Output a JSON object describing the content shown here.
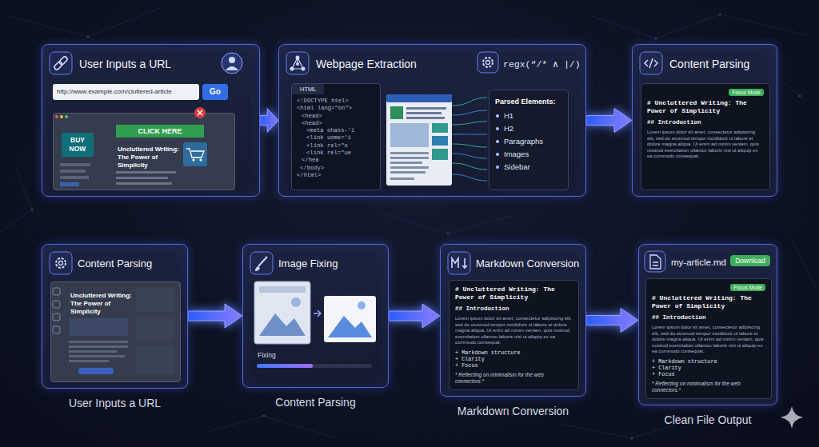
{
  "diagram": {
    "nodes": [
      {
        "text": [
          "User Inputs a URL"
        ]
      },
      {
        "text": [
          "http://www.example.com/cluttered-article"
        ],
        "in": 0
      },
      {
        "text": [
          "Go"
        ],
        "in": 0
      },
      {
        "text": [
          "BUY NOW",
          "CLICK HERE",
          "Uncluttered Writing: The Power of Simplicity"
        ],
        "in": 0
      },
      {
        "text": [
          "Webpage Extraction",
          "regx(“/* ∧ |/)"
        ]
      },
      {
        "text": [
          "HTML",
          "<!DOCTYPE htel>",
          "<html lang=\"on\">",
          "<head>",
          "<head>",
          "<meta ohass-'i",
          "<link uome='i",
          "<link rel=\"o",
          "<link rel=\"ue",
          "</hea",
          "</body>",
          "</html>"
        ],
        "in": 4
      },
      {
        "text": [
          "Parsed Elements:",
          "H1",
          "H2",
          "Paragraphs",
          "Images",
          "Sidebar"
        ],
        "in": 4
      },
      {
        "text": [
          "Content Parsing"
        ]
      },
      {
        "text": [
          "Focus Mode",
          "# Uncluttered Writing: The Power of Simplicity",
          "## Introduction",
          "Lorem ipsum dolor sit amet, consectetur adipiscing elit, sed do eiusmod tempor incididunt ut labore et dolore magna aliqua. Ut enim ad minim veniam, quis nostrud exercitation ullamco laboris nisi ut aliquip ex ea commodo consequat."
        ],
        "in": 7
      },
      {
        "text": [
          "Content Parsing"
        ]
      },
      {
        "text": [
          "Uncluttered Writing: The Power of Simplicity"
        ],
        "in": 9
      },
      {
        "text": [
          "Image Fixing",
          "Fixing"
        ]
      },
      {
        "text": [
          "Markdown Conversion"
        ]
      },
      {
        "text": [
          "# Uncluttered Writing: The Power of Simplicity",
          "## Introduction",
          "Lorem ipsum dolor sit amet, consectetur adipiscing elit, sed do eiusmod tempor incididunt ut labore et dolore magna aliqua. Ut enim ad minim veniam, quis nostrud exercitation ullamco laboris nisi ut aliquip ex ea commodo consequat.",
          "+ Markdown structure",
          "+ Clarity",
          "+ Focus",
          "* Reflecting on minimalism for the web connectors.*"
        ],
        "in": 12
      },
      {
        "text": [
          "my-article.md",
          "Download"
        ]
      },
      {
        "text": [
          "Focus Mode",
          "# Uncluttered Writing: The Power of Simplicity",
          "## Introduction",
          "Lorem ipsum dolor sit amet, consectetur adipiscing elit, sed do eiusmod tempor incididunt ut labore et dolore magna aliqua. Ut enim ad minim veniam, quis nostrud exercitation ullamco laboris nisi ut aliquip ex ea commodo consequat.",
          "+ Markdown structure",
          "+ Clarity",
          "+ Focus",
          "* Reflecting on minimalism for the web connectors.*"
        ],
        "in": 14
      }
    ],
    "edges": [
      {
        "from": 0,
        "to": 4,
        "arrow": "to"
      },
      {
        "from": 4,
        "to": 7,
        "arrow": "to"
      },
      {
        "from": 9,
        "to": 11,
        "arrow": "to"
      },
      {
        "from": 11,
        "to": 12,
        "arrow": "to"
      },
      {
        "from": 12,
        "to": 14,
        "arrow": "to"
      }
    ],
    "labels": [
      "User Inputs a URL",
      "Content Parsing",
      "Markdown Conversion",
      "Clean File Output"
    ]
  }
}
